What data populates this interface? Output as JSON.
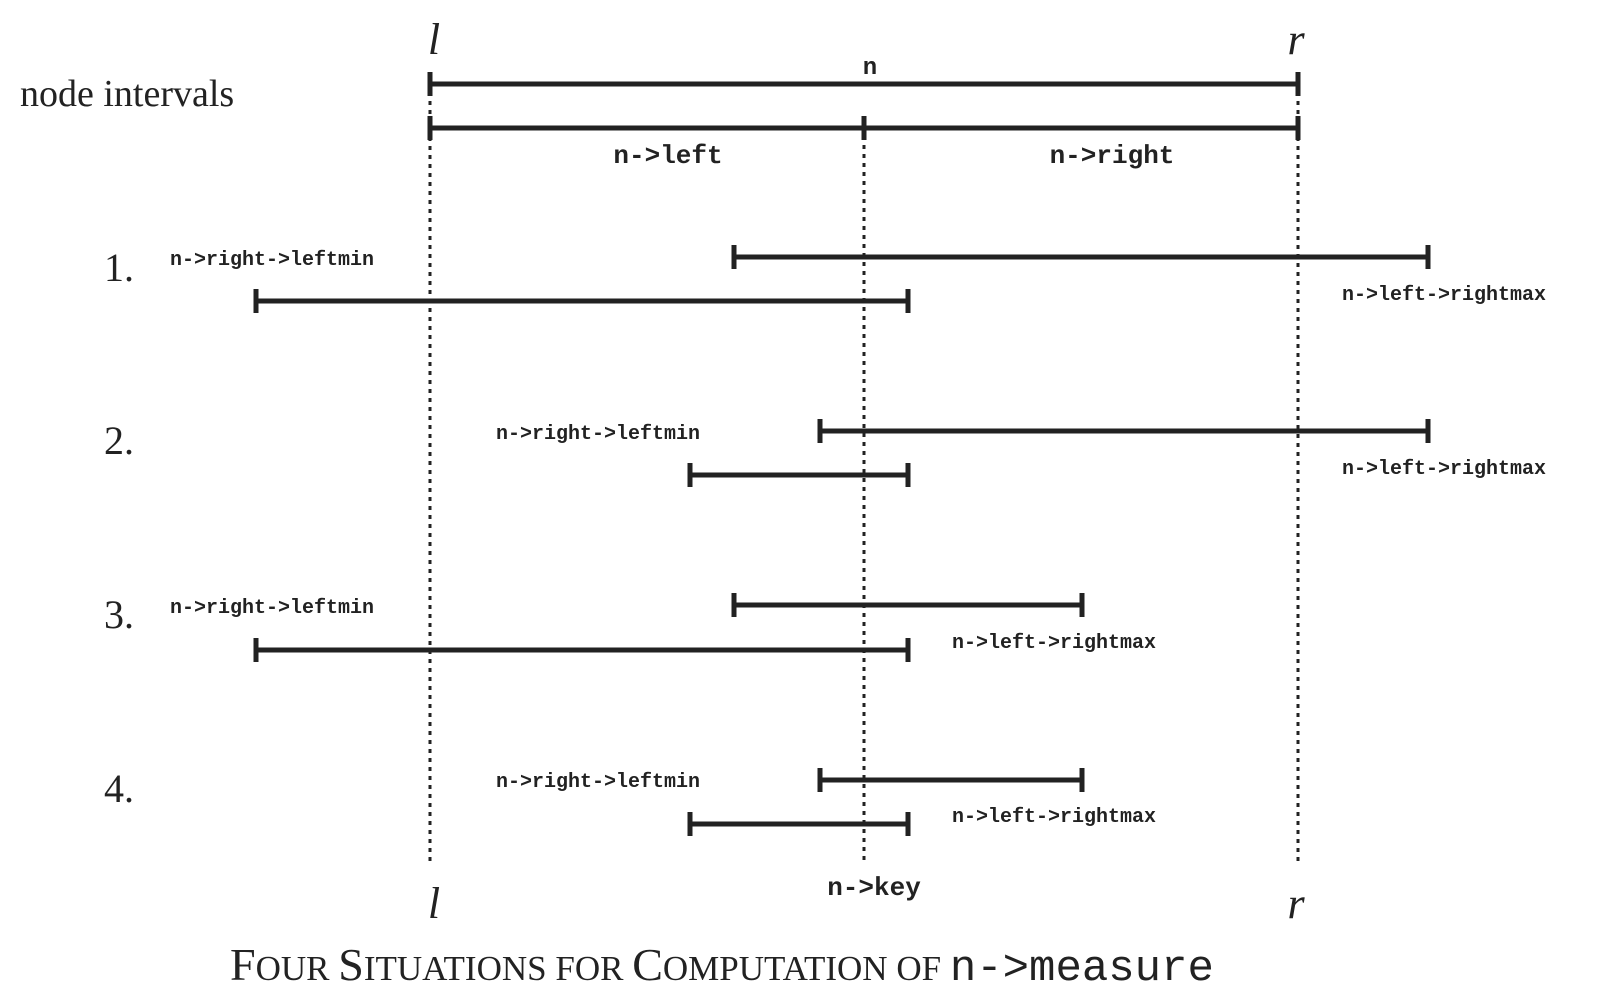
{
  "heading": "node intervals",
  "bound_left": "l",
  "bound_right": "r",
  "node_label": "n",
  "child_left_label": "n->left",
  "child_right_label": "n->right",
  "key_label": "n->key",
  "situations": [
    {
      "number": "1.",
      "leftmin_label": "n->right->leftmin",
      "rightmax_label": "n->left->rightmax"
    },
    {
      "number": "2.",
      "leftmin_label": "n->right->leftmin",
      "rightmax_label": "n->left->rightmax"
    },
    {
      "number": "3.",
      "leftmin_label": "n->right->leftmin",
      "rightmax_label": "n->left->rightmax"
    },
    {
      "number": "4.",
      "leftmin_label": "n->right->leftmin",
      "rightmax_label": "n->left->rightmax"
    }
  ],
  "caption": {
    "text_F": "F",
    "text_our": "OUR ",
    "text_S": "S",
    "text_ituations": "ITUATIONS ",
    "text_for": "FOR ",
    "text_C": "C",
    "text_omputation": "OMPUTATION ",
    "text_of": "OF ",
    "code": "n->measure"
  },
  "colors": {
    "ink": "#222222",
    "background": "#ffffff"
  }
}
